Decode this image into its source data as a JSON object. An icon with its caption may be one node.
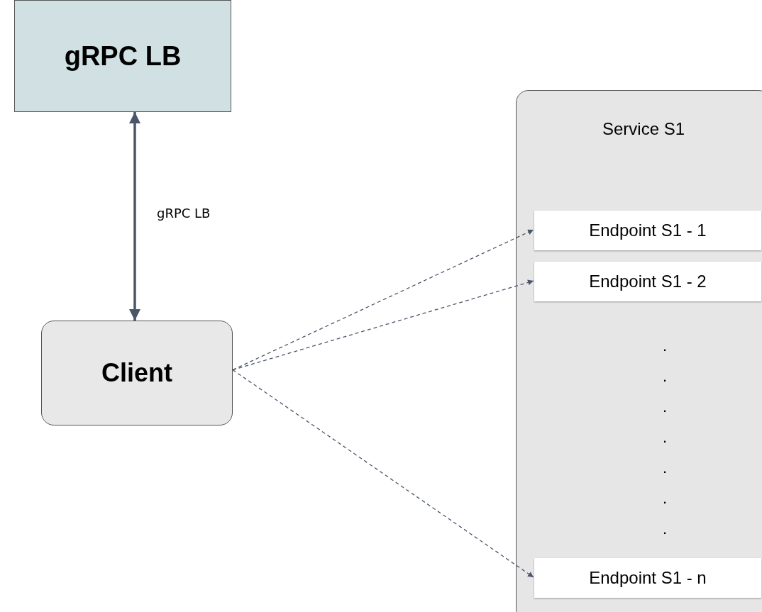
{
  "diagram": {
    "nodes": [
      {
        "text": [
          "gRPC LB"
        ]
      },
      {
        "text": [
          "Client"
        ]
      },
      {
        "text": [
          "Service S1"
        ]
      },
      {
        "text": [
          "Endpoint S1 - 1"
        ],
        "in": 2
      },
      {
        "text": [
          "Endpoint S1 - 2"
        ],
        "in": 2
      },
      {
        "text": [
          "Endpoint S1 - n"
        ],
        "in": 2
      }
    ],
    "edges": [
      {
        "from": 0,
        "to": 1,
        "arrow": "both",
        "label": "gRPC LB",
        "style": "thick"
      },
      {
        "from": 1,
        "to": 3,
        "arrow": "to",
        "style": "dashed"
      },
      {
        "from": 1,
        "to": 4,
        "arrow": "to",
        "style": "dashed"
      },
      {
        "from": 1,
        "to": 5,
        "arrow": "to",
        "style": "dashed"
      }
    ],
    "labels": [
      ".",
      ".",
      ".",
      ".",
      ".",
      ".",
      "."
    ]
  }
}
